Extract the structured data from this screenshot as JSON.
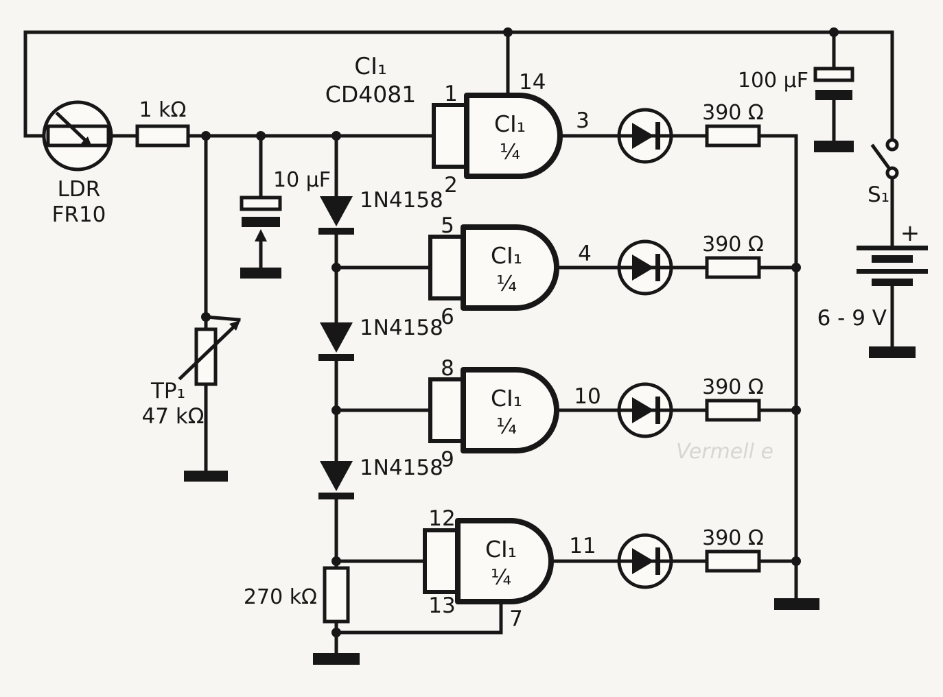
{
  "colors": {
    "ink": "#171717",
    "paper": "#f7f6f2"
  },
  "ic": {
    "ref": "CI₁",
    "part": "CD4081"
  },
  "gates": [
    {
      "label": "CI₁",
      "fraction": "¼",
      "pin_in1": "1",
      "pin_in2": "2",
      "pin_out": "3",
      "pin_vdd": "14"
    },
    {
      "label": "CI₁",
      "fraction": "¼",
      "pin_in1": "5",
      "pin_in2": "6",
      "pin_out": "4"
    },
    {
      "label": "CI₁",
      "fraction": "¼",
      "pin_in1": "8",
      "pin_in2": "9",
      "pin_out": "10"
    },
    {
      "label": "CI₁",
      "fraction": "¼",
      "pin_in1": "12",
      "pin_in2": "13",
      "pin_out": "11",
      "pin_gnd": "7"
    }
  ],
  "components": {
    "ldr": {
      "name": "LDR",
      "part": "FR10"
    },
    "r1": "1 kΩ",
    "c1": "10 µF",
    "tp1": {
      "name": "TP₁",
      "value": "47 kΩ"
    },
    "diodes": [
      "1N4158",
      "1N4158",
      "1N4158"
    ],
    "r2": "270 kΩ",
    "led_resistors": [
      "390 Ω",
      "390 Ω",
      "390 Ω",
      "390 Ω"
    ],
    "c2": "100 µF",
    "s1": "S₁",
    "battery": {
      "polarity": "+",
      "voltage": "6 - 9 V"
    }
  },
  "scan_artifact": {
    "ghost_text": "Vermell e"
  }
}
